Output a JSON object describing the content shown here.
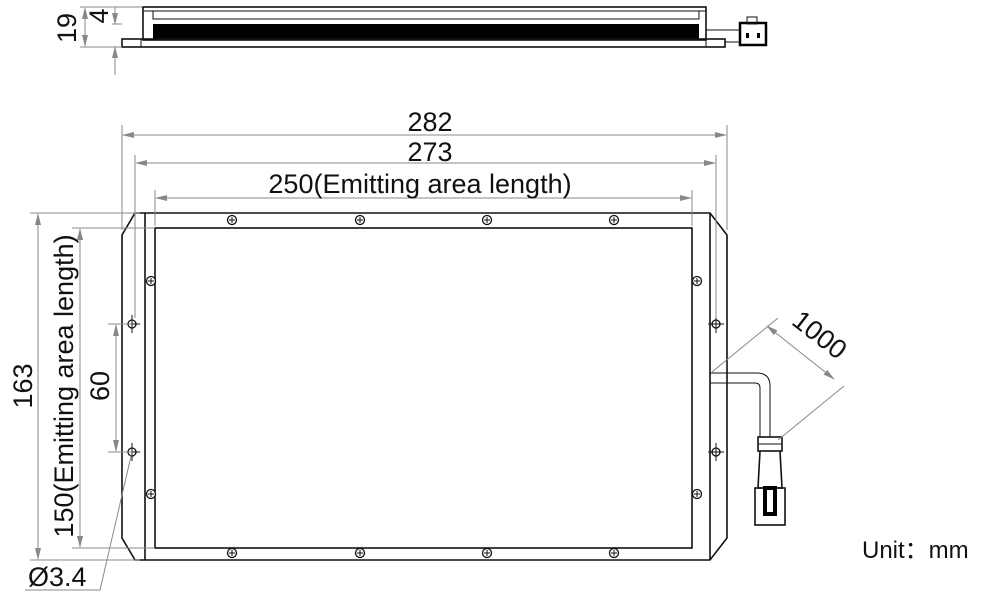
{
  "side_view": {
    "height_total": "19",
    "height_step": "4"
  },
  "front_view": {
    "width_outer": "282",
    "width_mount": "273",
    "emitting_length": "250(Emitting area length)",
    "height_outer": "163",
    "emitting_height": "150(Emitting area length)",
    "hole_spacing": "60",
    "hole_diameter": "Ø3.4",
    "cable_length": "1000"
  },
  "unit_label": "Unit：mm"
}
